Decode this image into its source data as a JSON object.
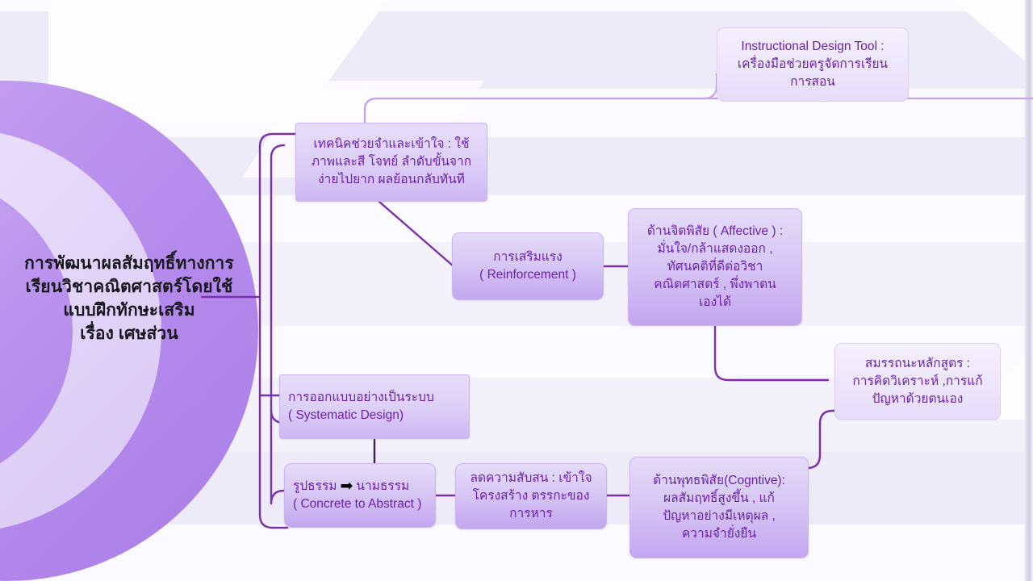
{
  "diagram": {
    "title": "การพัฒนาผลสัมฤทธิ์ทางการเรียนวิชาคณิตศาสตร์โดยใช้แบบฝึกทักษะเสริม เรื่อง เศษส่วน",
    "center": {
      "lines": [
        "การพัฒนาผลสัมฤทธิ์ทางการ",
        "เรียนวิชาคณิตศาสตร์โดยใช้",
        "แบบฝึกทักษะเสริม",
        "เรื่อง เศษส่วน"
      ]
    },
    "nodes": {
      "instructional_tool": {
        "lines": [
          "Instructional Design Tool :",
          "เครื่องมือช่วยครูจัดการเรียน",
          "การสอน"
        ]
      },
      "technique": {
        "lines": [
          "เทคนิคช่วยจำและเข้าใจ : ใช้",
          "ภาพและสี โจทย์ ลำดับขั้นจาก",
          "ง่ายไปยาก ผลย้อนกลับทันที"
        ]
      },
      "reinforcement": {
        "lines": [
          "การเสริมแรง",
          "( Reinforcement )"
        ]
      },
      "affective": {
        "lines": [
          "ด้านจิตพิสัย ( Affective ) :",
          "มั่นใจ/กล้าแสดงออก ,",
          "ทัศนคติที่ดีต่อวิชา",
          "คณิตศาสตร์ , พึ่งพาตน",
          "เองได้"
        ]
      },
      "competency": {
        "lines": [
          "สมรรถนะหลักสูตร :",
          "การคิดวิเคราะห์ ,การแก้",
          "ปัญหาด้วยตนเอง"
        ]
      },
      "systematic_design": {
        "lines": [
          "การออกแบบอย่างเป็นระบบ",
          "( Systematic Design)"
        ]
      },
      "concrete_to_abstract": {
        "line1_before": "รูปธรรม",
        "line1_arrow": "➡",
        "line1_after": "นามธรรม",
        "line2": "( Concrete to Abstract )"
      },
      "reduce_confusion": {
        "lines": [
          "ลดความสับสน : เข้าใจ",
          "โครงสร้าง ตรรกะของ",
          "การหาร"
        ]
      },
      "cognitive": {
        "lines": [
          "ด้านพุทธพิสัย(Cogntive):",
          "ผลสัมฤทธิ์สูงขึ้น , แก้",
          "ปัญหาอย่างมีเหตุผล ,",
          "ความจำยั่งยืน"
        ]
      }
    },
    "colors": {
      "background": "#f3f1fa",
      "node_text": "#6a21a8",
      "node_fill_top": "#e4dbf8",
      "node_fill_bottom": "#c3a6f0",
      "connector": "#7b2fad",
      "connector_light": "#c3a6ea",
      "title_text": "#16161c",
      "ring_purple": "#b58bec"
    }
  }
}
